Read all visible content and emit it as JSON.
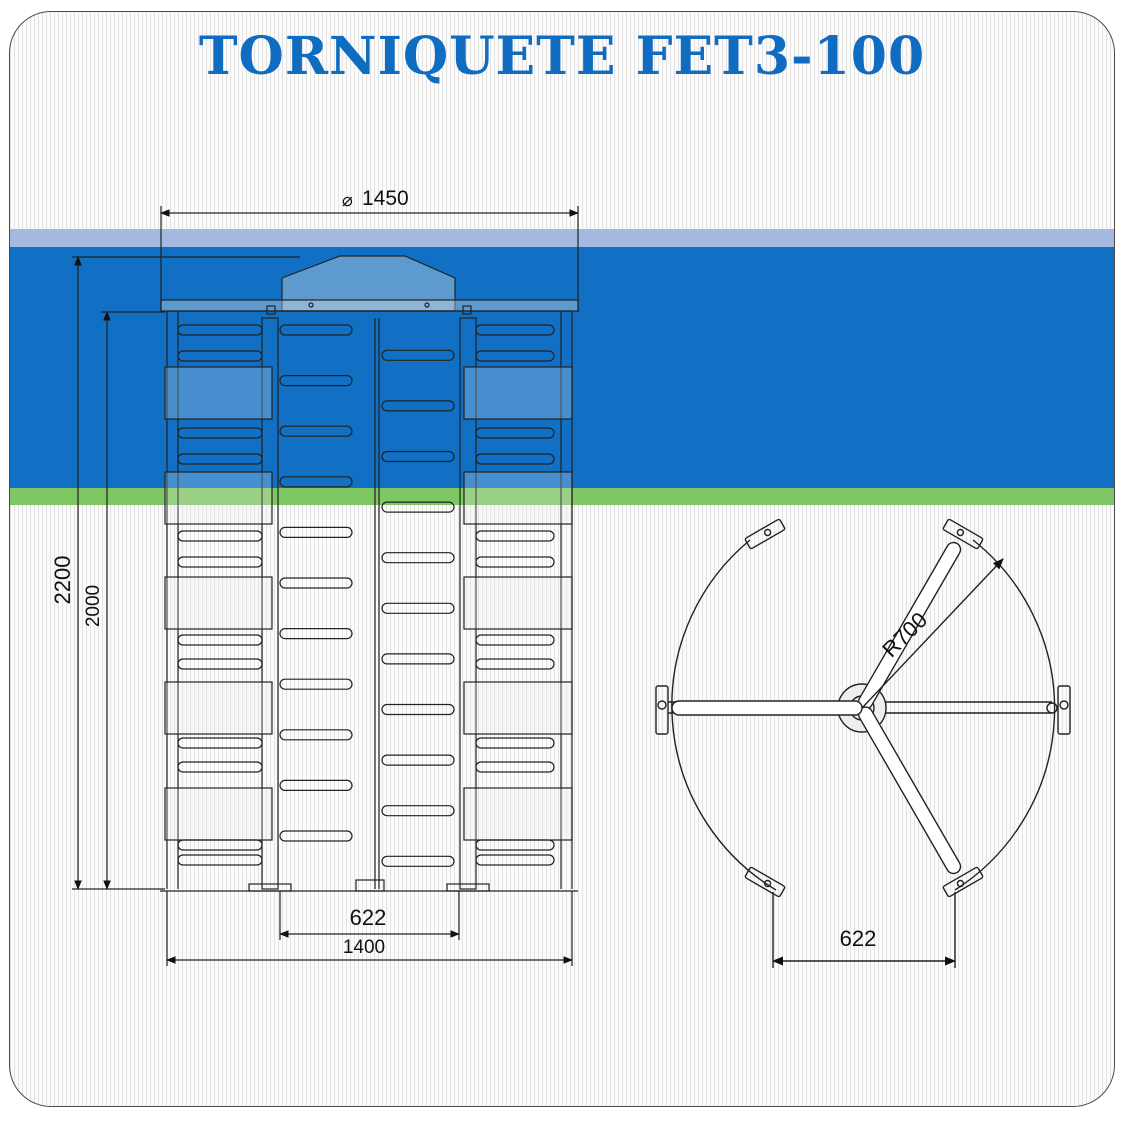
{
  "title": "TORNIQUETE FET3-100",
  "colors": {
    "title": "#0f6cc0",
    "band_light": "#a3b9e0",
    "band_blue": "#1170c4",
    "band_green": "#7ec764",
    "line": "#222222"
  },
  "front_view": {
    "diameter_label": "1450",
    "diameter_symbol": "⌀",
    "height_total": "2200",
    "height_inner": "2000",
    "width_passage": "622",
    "width_total": "1400"
  },
  "top_view": {
    "radius_label": "R700",
    "width_passage": "622"
  }
}
